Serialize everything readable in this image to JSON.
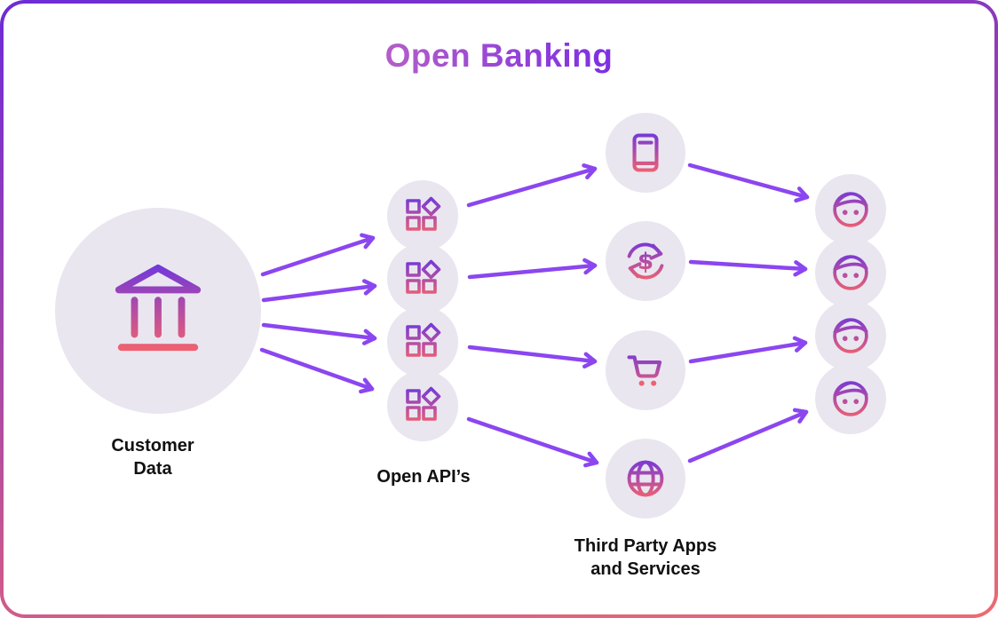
{
  "title": "Open Banking",
  "labels": {
    "customer": "Customer\nData",
    "apis": "Open API’s",
    "third_party": "Third Party Apps\nand Services"
  },
  "nodes": {
    "customer_data": {
      "icon": "bank-icon",
      "count": 1
    },
    "open_apis": {
      "icon": "api-grid-icon",
      "count": 4
    },
    "third_party_apps": {
      "icons": [
        "smartphone-icon",
        "money-transfer-icon",
        "shopping-cart-icon",
        "globe-icon"
      ],
      "count": 4
    },
    "users": {
      "icon": "user-face-icon",
      "count": 4
    }
  },
  "flow": [
    "customer_data -> open_apis",
    "open_apis -> third_party_apps",
    "third_party_apps -> users"
  ],
  "colors": {
    "title_gradient_start": "#b55fc8",
    "title_gradient_end": "#7b2ee2",
    "arrow": "#8b46f0",
    "node_fill": "#e9e6f0",
    "icon_gradient_top": "#7438d8",
    "icon_gradient_bottom": "#ef6170",
    "border_gradient_top": "#6c2bd5",
    "border_gradient_bottom": "#ed6a72",
    "label_text": "#111111",
    "background": "#ffffff"
  }
}
